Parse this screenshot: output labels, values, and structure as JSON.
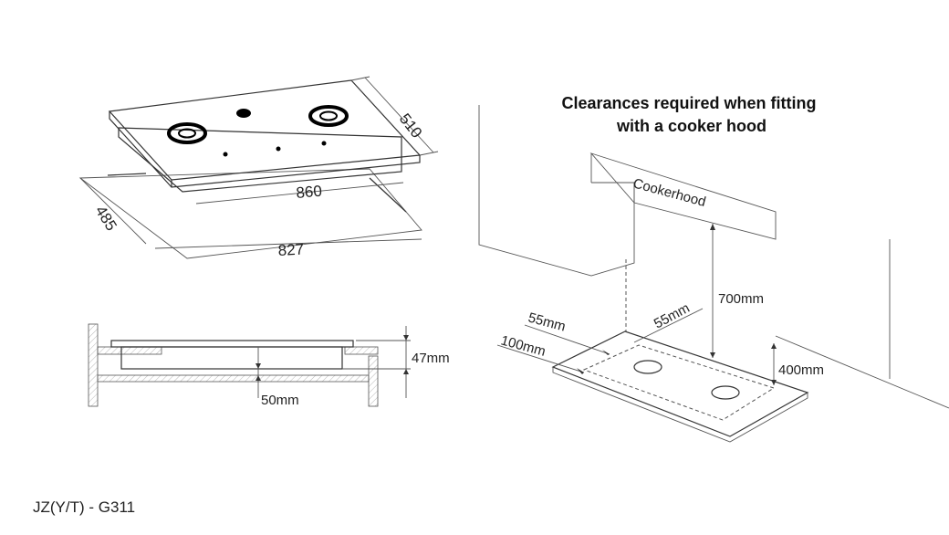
{
  "clearance_title_line1": "Clearances required when fitting",
  "clearance_title_line2": "with a cooker hood",
  "cooker_hood_label": "Cookerhood",
  "dimensions": {
    "depth_top": "510",
    "width_top": "860",
    "cutout_depth": "485",
    "cutout_width": "827",
    "side_height": "47mm",
    "side_gap": "50mm",
    "hood_height": "700mm",
    "clear_left_1": "55mm",
    "clear_left_2": "55mm",
    "clear_back": "100mm",
    "wall_height": "400mm"
  },
  "model_code": "JZ(Y/T) - G311",
  "colors": {
    "line": "#333333",
    "burner": "#000000"
  }
}
